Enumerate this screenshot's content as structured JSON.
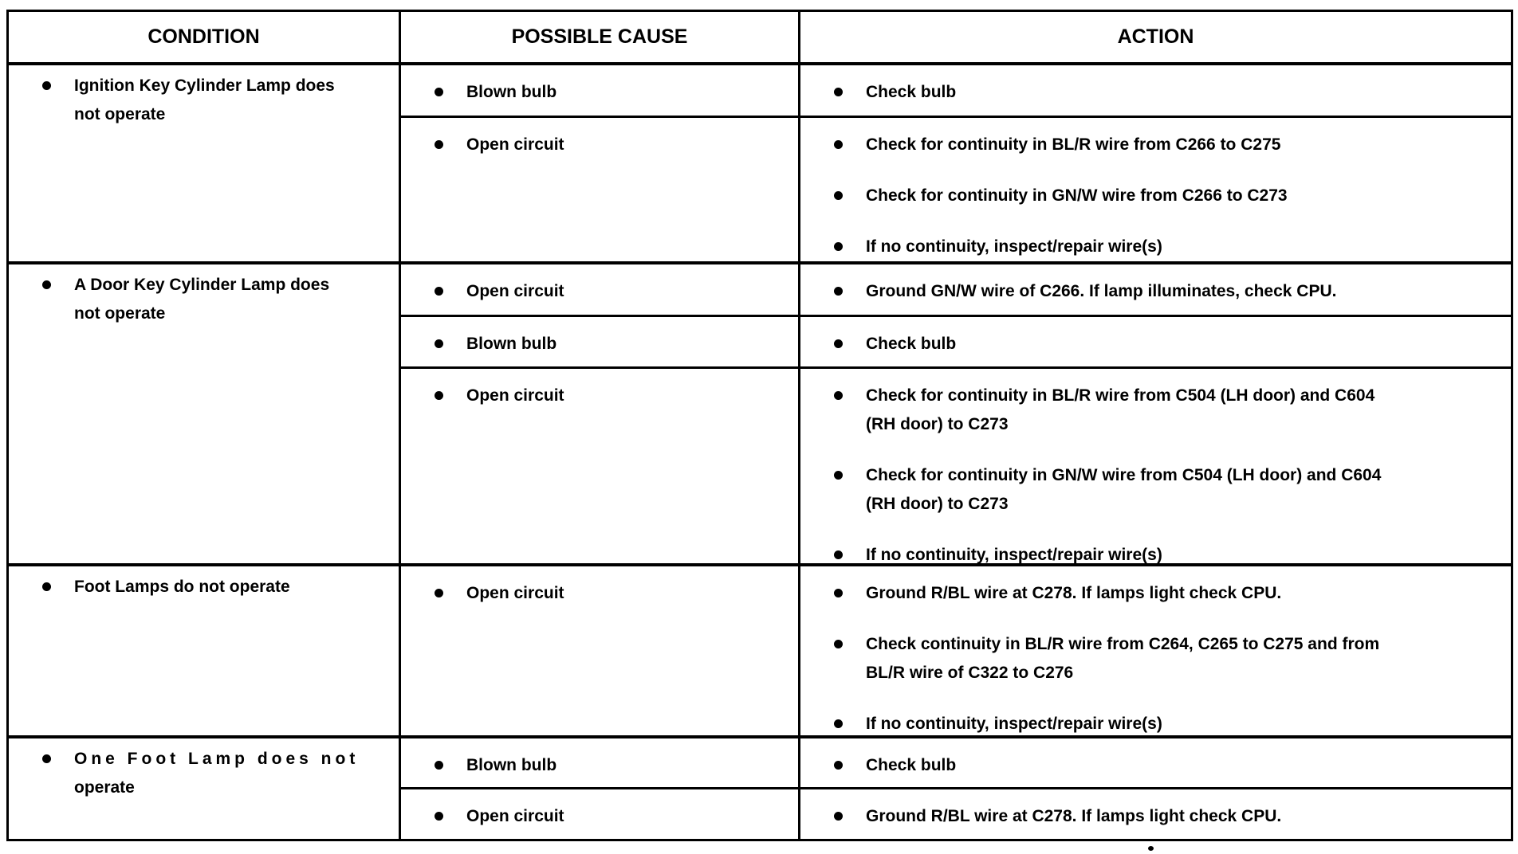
{
  "document": {
    "table": {
      "headers": [
        {
          "id": "condition",
          "label": "CONDITION"
        },
        {
          "id": "possible_cause",
          "label": "POSSIBLE CAUSE"
        },
        {
          "id": "action",
          "label": "ACTION"
        }
      ],
      "rows": [
        {
          "condition": {
            "lines": [
              "Ignition Key Cylinder Lamp does",
              "not operate"
            ]
          },
          "subrows": [
            {
              "cause": "Blown bulb",
              "actions": [
                "Check bulb"
              ]
            },
            {
              "cause": "Open circuit",
              "actions": [
                "Check for continuity in BL/R wire from C266 to C275",
                "Check for continuity in GN/W wire from C266 to C273",
                "If no continuity, inspect/repair wire(s)"
              ]
            }
          ]
        },
        {
          "condition": {
            "lines": [
              "A Door Key Cylinder Lamp does",
              "not operate"
            ]
          },
          "subrows": [
            {
              "cause": "Open circuit",
              "actions": [
                "Ground GN/W wire of C266. If lamp illuminates, check CPU."
              ]
            },
            {
              "cause": "Blown bulb",
              "actions": [
                "Check bulb"
              ]
            },
            {
              "cause": "Open circuit",
              "actions": [
                "Check for continuity in BL/R wire from C504 (LH door) and C604\n(RH door) to C273",
                "Check for continuity in GN/W wire from C504 (LH door) and C604\n(RH door) to C273",
                "If no continuity, inspect/repair wire(s)"
              ]
            }
          ]
        },
        {
          "condition": {
            "lines": [
              "Foot Lamps do not operate"
            ]
          },
          "subrows": [
            {
              "cause": "Open circuit",
              "actions": [
                "Ground R/BL wire at C278. If lamps light check CPU.",
                "Check continuity in BL/R wire from C264, C265 to C275 and from\nBL/R wire of C322 to C276",
                "If no continuity, inspect/repair wire(s)"
              ]
            }
          ]
        },
        {
          "condition": {
            "lines": [
              "One Foot Lamp does not",
              "operate"
            ],
            "letter_spaced_line": 0
          },
          "subrows": [
            {
              "cause": "Blown bulb",
              "actions": [
                "Check bulb"
              ]
            },
            {
              "cause": "Open circuit",
              "actions": [
                "Ground R/BL wire at C278. If lamps light check CPU."
              ]
            }
          ]
        }
      ]
    }
  }
}
